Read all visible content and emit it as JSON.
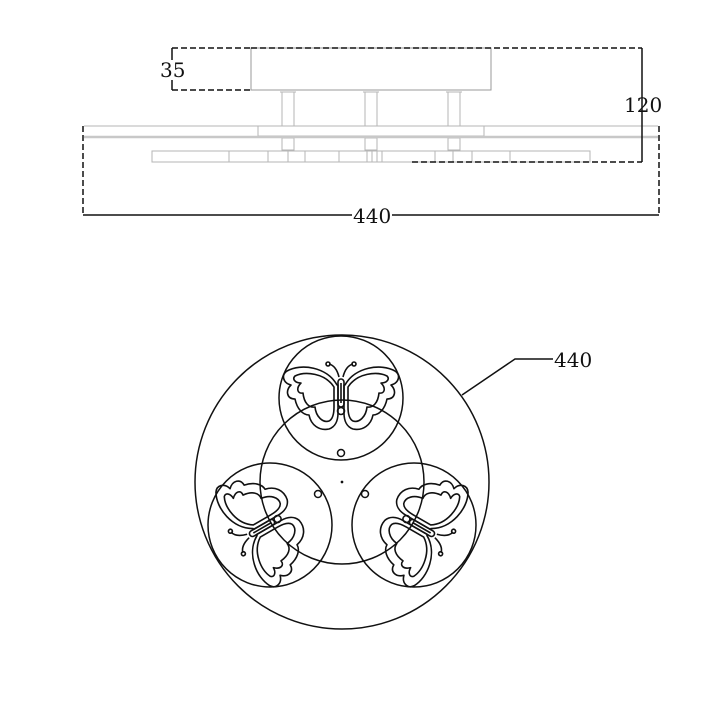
{
  "drawing": {
    "title": "Ceiling lamp technical drawing",
    "colors": {
      "line": "#111111",
      "part_line": "#b5b5b5",
      "background": "#ffffff"
    },
    "side_view": {
      "dimensions": {
        "height_top": "35",
        "height_total": "120",
        "width": "440"
      }
    },
    "top_view": {
      "dimensions": {
        "diameter": "440"
      },
      "shades": [
        {
          "position": "top",
          "motif": "butterfly"
        },
        {
          "position": "bottom-left",
          "motif": "butterfly"
        },
        {
          "position": "bottom-right",
          "motif": "butterfly"
        }
      ]
    }
  }
}
